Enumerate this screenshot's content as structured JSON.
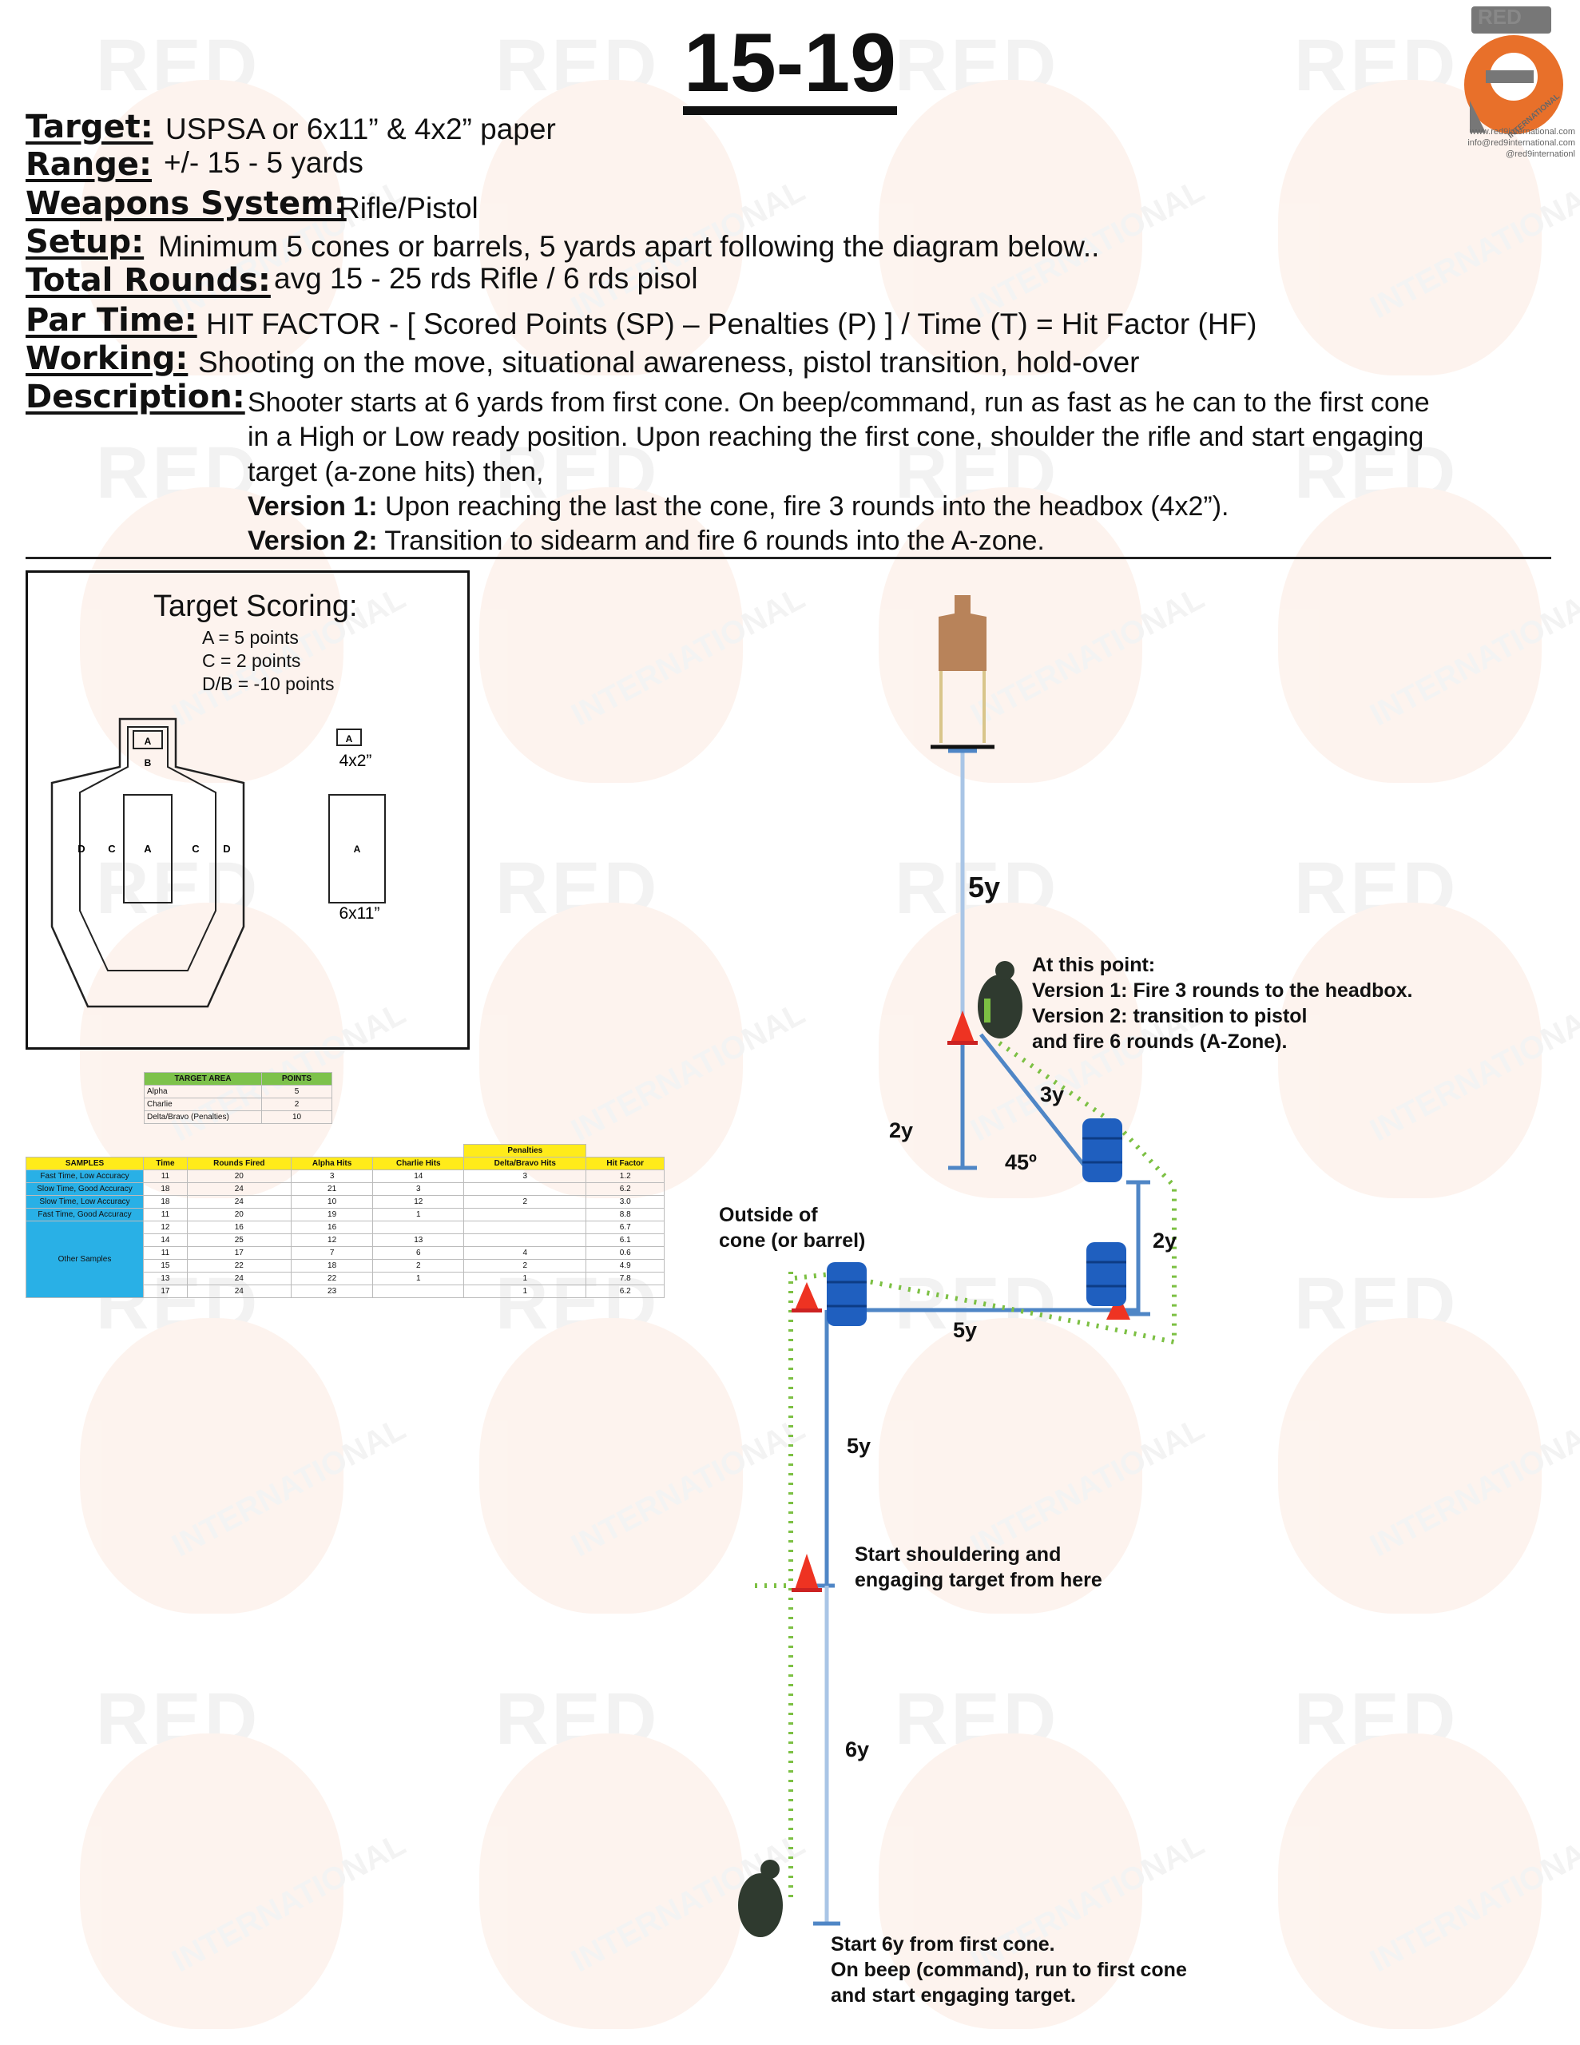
{
  "page": {
    "title": "15-19",
    "brand": "RED",
    "brand_sub": "INTERNATIONAL",
    "contact": [
      "www.red9international.com",
      "info@red9international.com",
      "@red9internationl"
    ],
    "watermark": "RED",
    "watermark_sub": "INTERNATIONAL"
  },
  "fields": [
    {
      "label": "Target:",
      "value": "USPSA or 6x11” & 4x2” paper"
    },
    {
      "label": "Range:",
      "value": "+/- 15 - 5 yards"
    },
    {
      "label": "Weapons System:",
      "value": "Rifle/Pistol"
    },
    {
      "label": "Setup:",
      "value": "Minimum 5 cones or barrels, 5 yards apart following the diagram below.."
    },
    {
      "label": "Total Rounds:",
      "value": "avg 15 - 25 rds Rifle / 6 rds pisol"
    },
    {
      "label": "Par Time:",
      "value": "HIT FACTOR - [ Scored Points (SP) – Penalties (P) ] / Time (T) = Hit Factor (HF)"
    },
    {
      "label": "Working:",
      "value": "Shooting on the move, situational awareness, pistol transition, hold-over"
    },
    {
      "label": "Description:",
      "value": ""
    }
  ],
  "description": {
    "lines": [
      "Shooter starts at 6 yards from first cone. On beep/command, run as fast as he can to the first cone",
      "in a High or Low ready position. Upon reaching the first cone, shoulder the rifle and start engaging",
      "target (a-zone hits) then,"
    ],
    "v1_label": "Version 1:",
    "v1_text": " Upon reaching the last the cone, fire 3 rounds into the headbox (4x2”).",
    "v2_label": "Version 2:",
    "v2_text": " Transition to sidearm and fire 6 rounds into the A-zone."
  },
  "scoring": {
    "title": "Target Scoring:",
    "lines": [
      "A = 5 points",
      "C = 2 points",
      "D/B = -10 points"
    ],
    "uspsa_zones": {
      "a": "A",
      "b": "B",
      "c": "C",
      "d": "D"
    },
    "headbox_zone": "A",
    "headbox_label": "4x2”",
    "body_zone": "A",
    "body_label": "6x11”"
  },
  "points_table": {
    "headers": [
      "TARGET AREA",
      "POINTS"
    ],
    "rows": [
      [
        "Alpha",
        "5"
      ],
      [
        "Charlie",
        "2"
      ],
      [
        "Delta/Bravo (Penalties)",
        "10"
      ]
    ]
  },
  "samples_table": {
    "penalties_header": "Penalties",
    "headers": [
      "SAMPLES",
      "Time",
      "Rounds Fired",
      "Alpha Hits",
      "Charlie Hits",
      "Delta/Bravo Hits",
      "Hit Factor"
    ],
    "labeled_rows": [
      {
        "label": "Fast Time, Low Accuracy",
        "cells": [
          "11",
          "20",
          "3",
          "14",
          "3",
          "1.2"
        ]
      },
      {
        "label": "Slow Time, Good Accuracy",
        "cells": [
          "18",
          "24",
          "21",
          "3",
          "",
          "6.2"
        ]
      },
      {
        "label": "Slow Time, Low Accuracy",
        "cells": [
          "18",
          "24",
          "10",
          "12",
          "2",
          "3.0"
        ]
      },
      {
        "label": "Fast Time, Good Accuracy",
        "cells": [
          "11",
          "20",
          "19",
          "1",
          "",
          "8.8"
        ]
      }
    ],
    "other_label": "Other Samples",
    "other_rows": [
      [
        "12",
        "16",
        "16",
        "",
        "",
        "6.7"
      ],
      [
        "14",
        "25",
        "12",
        "13",
        "",
        "6.1"
      ],
      [
        "11",
        "17",
        "7",
        "6",
        "4",
        "0.6"
      ],
      [
        "15",
        "22",
        "18",
        "2",
        "2",
        "4.9"
      ],
      [
        "13",
        "24",
        "22",
        "1",
        "1",
        "7.8"
      ],
      [
        "17",
        "24",
        "23",
        "",
        "1",
        "6.2"
      ]
    ]
  },
  "diagram": {
    "dist_target": "5y",
    "dist_2y_left": "2y",
    "dist_3y": "3y",
    "angle": "45º",
    "dist_2y_right": "2y",
    "dist_5y_horizontal": "5y",
    "dist_5y_vertical": "5y",
    "dist_6y": "6y",
    "note_final": [
      "At this point:",
      "Version 1: Fire 3 rounds to the headbox.",
      "Version 2: transition to pistol",
      "and fire 6 rounds (A-Zone)."
    ],
    "note_outside": [
      "Outside of",
      "cone (or barrel)"
    ],
    "note_shoulder": [
      "Start shouldering and",
      "engaging target from here"
    ],
    "note_start": [
      "Start 6y from first cone.",
      "On beep (command), run to first cone",
      "and start engaging target."
    ],
    "colors": {
      "path": "#4f86c6",
      "dotted": "#7cc043",
      "cone": "#ee3322",
      "barrel": "#1f5fbf",
      "target": "#b8835a"
    }
  }
}
